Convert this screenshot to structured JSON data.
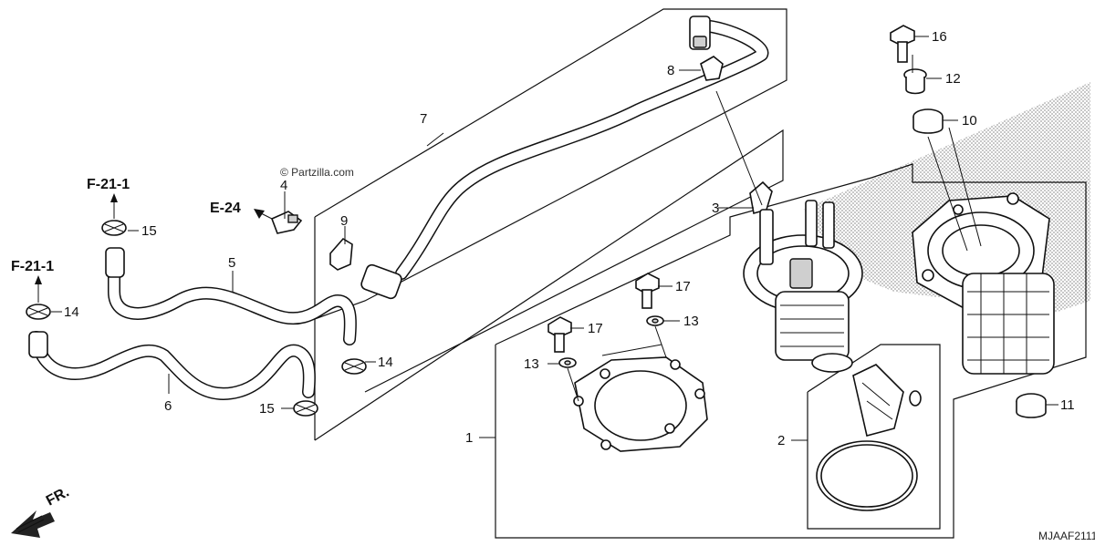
{
  "watermark": "© Partzilla.com",
  "diagram_code": "MJAAF2111",
  "direction_label": "FR.",
  "references": {
    "f21_a": "F-21-1",
    "f21_b": "F-21-1",
    "e24": "E-24"
  },
  "callouts": {
    "c1": "1",
    "c2": "2",
    "c3": "3",
    "c4": "4",
    "c5": "5",
    "c6": "6",
    "c7": "7",
    "c8": "8",
    "c9": "9",
    "c10": "10",
    "c11": "11",
    "c12": "12",
    "c13a": "13",
    "c13b": "13",
    "c14a": "14",
    "c14b": "14",
    "c15a": "15",
    "c15b": "15",
    "c16": "16",
    "c17a": "17",
    "c17b": "17"
  }
}
